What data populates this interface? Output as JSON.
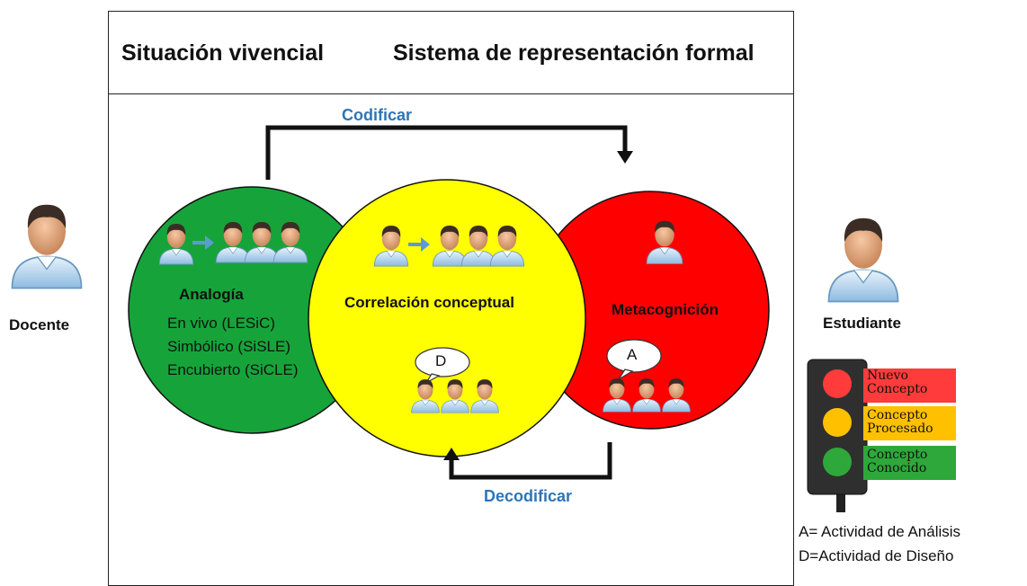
{
  "header": {
    "left_title": "Situación vivencial",
    "right_title": "Sistema de representación formal"
  },
  "arrows": {
    "top_label": "Codificar",
    "bottom_label": "Decodificar"
  },
  "circles": {
    "green": {
      "title": "Analogía",
      "items": [
        "En vivo (LESiC)",
        "Simbólico (SiSLE)",
        "Encubierto (SiCLE)"
      ],
      "color": "#16a43a"
    },
    "yellow": {
      "title": "Correlación conceptual",
      "bubble": "D",
      "color": "#ffff00"
    },
    "red": {
      "title": "Metacognición",
      "bubble": "A",
      "color": "#ff0000"
    }
  },
  "people": {
    "teacher_label": "Docente",
    "student_label": "Estudiante"
  },
  "traffic_light": {
    "items": [
      {
        "label_line1": "Nuevo",
        "label_line2": "Concepto",
        "color": "#ff3b3b"
      },
      {
        "label_line1": "Concepto",
        "label_line2": "Procesado",
        "color": "#ffc000"
      },
      {
        "label_line1": "Concepto",
        "label_line2": "Conocido",
        "color": "#2ea83a"
      }
    ]
  },
  "legend": {
    "line1": "A= Actividad de Análisis",
    "line2": "D=Actividad de Diseño"
  }
}
